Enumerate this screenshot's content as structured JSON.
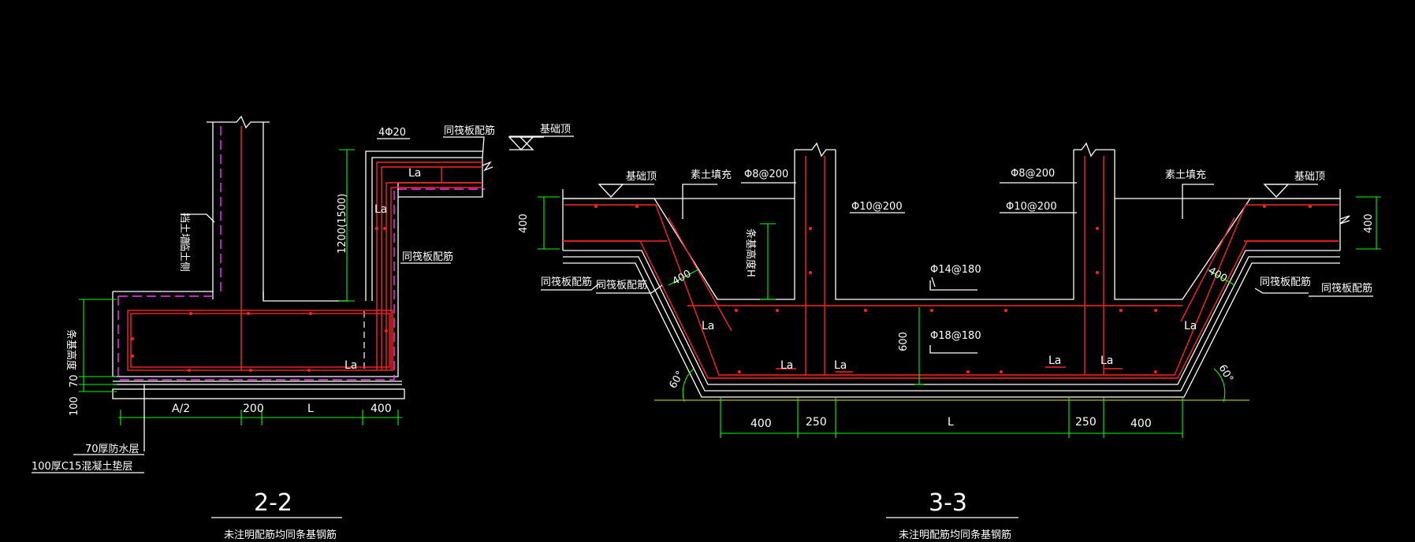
{
  "section_2_2": {
    "title": "2-2",
    "note": "未注明配筋均同条基钢筋",
    "labels": {
      "retaining_wall": "挡土墙",
      "soil_side": "临土侧",
      "strip_base_height": "条基高度",
      "rebar_top": "4Φ20",
      "same_slab_rebar_top": "同筏板配筋",
      "foundation_top": "基础顶",
      "la_top": "La",
      "la_side": "La",
      "la_bottom": "La",
      "same_slab_rebar_side": "同筏板配筋",
      "height_dim": "1200(1500)",
      "waterproof": "70厚防水层",
      "cushion": "100厚C15混凝土垫层"
    },
    "dims": {
      "a2": "A/2",
      "d200": "200",
      "l": "L",
      "d400": "400",
      "d70": "70",
      "d100": "100"
    }
  },
  "section_3_3": {
    "title": "3-3",
    "note": "未注明配筋均同条基钢筋",
    "labels": {
      "foundation_top_left": "基础顶",
      "plain_soil_left": "素土填充",
      "rebar_8_left": "Φ8@200",
      "rebar_10_left": "Φ10@200",
      "rebar_8_right": "Φ8@200",
      "rebar_10_right": "Φ10@200",
      "plain_soil_right": "素土填充",
      "foundation_top_right": "基础顶",
      "rebar_14": "Φ14@180",
      "rebar_18": "Φ18@180",
      "strip_base_height": "条基高度H",
      "same_slab_rebar_l1": "同筏板配筋",
      "same_slab_rebar_l2": "同筏板配筋",
      "same_slab_rebar_r1": "同筏板配筋",
      "same_slab_rebar_r2": "同筏板配筋",
      "la_1": "La",
      "la_2": "La",
      "la_3": "La",
      "la_4": "La",
      "la_5": "La",
      "la_6": "La",
      "angle_left": "60°",
      "angle_right": "60°",
      "d400_slope_left": "400",
      "d400_slope_right": "400",
      "d400_left_v": "400",
      "d400_right_v": "400",
      "d600": "600"
    },
    "dims": {
      "d400a": "400",
      "d250a": "250",
      "l": "L",
      "d250b": "250",
      "d400b": "400"
    }
  },
  "colors": {
    "background": "#000000",
    "outline": "#ffffff",
    "rebar": "#ff2222",
    "dimension": "#00ff00",
    "waterproof": "#ff33ff",
    "ground": "#b5b51a"
  }
}
